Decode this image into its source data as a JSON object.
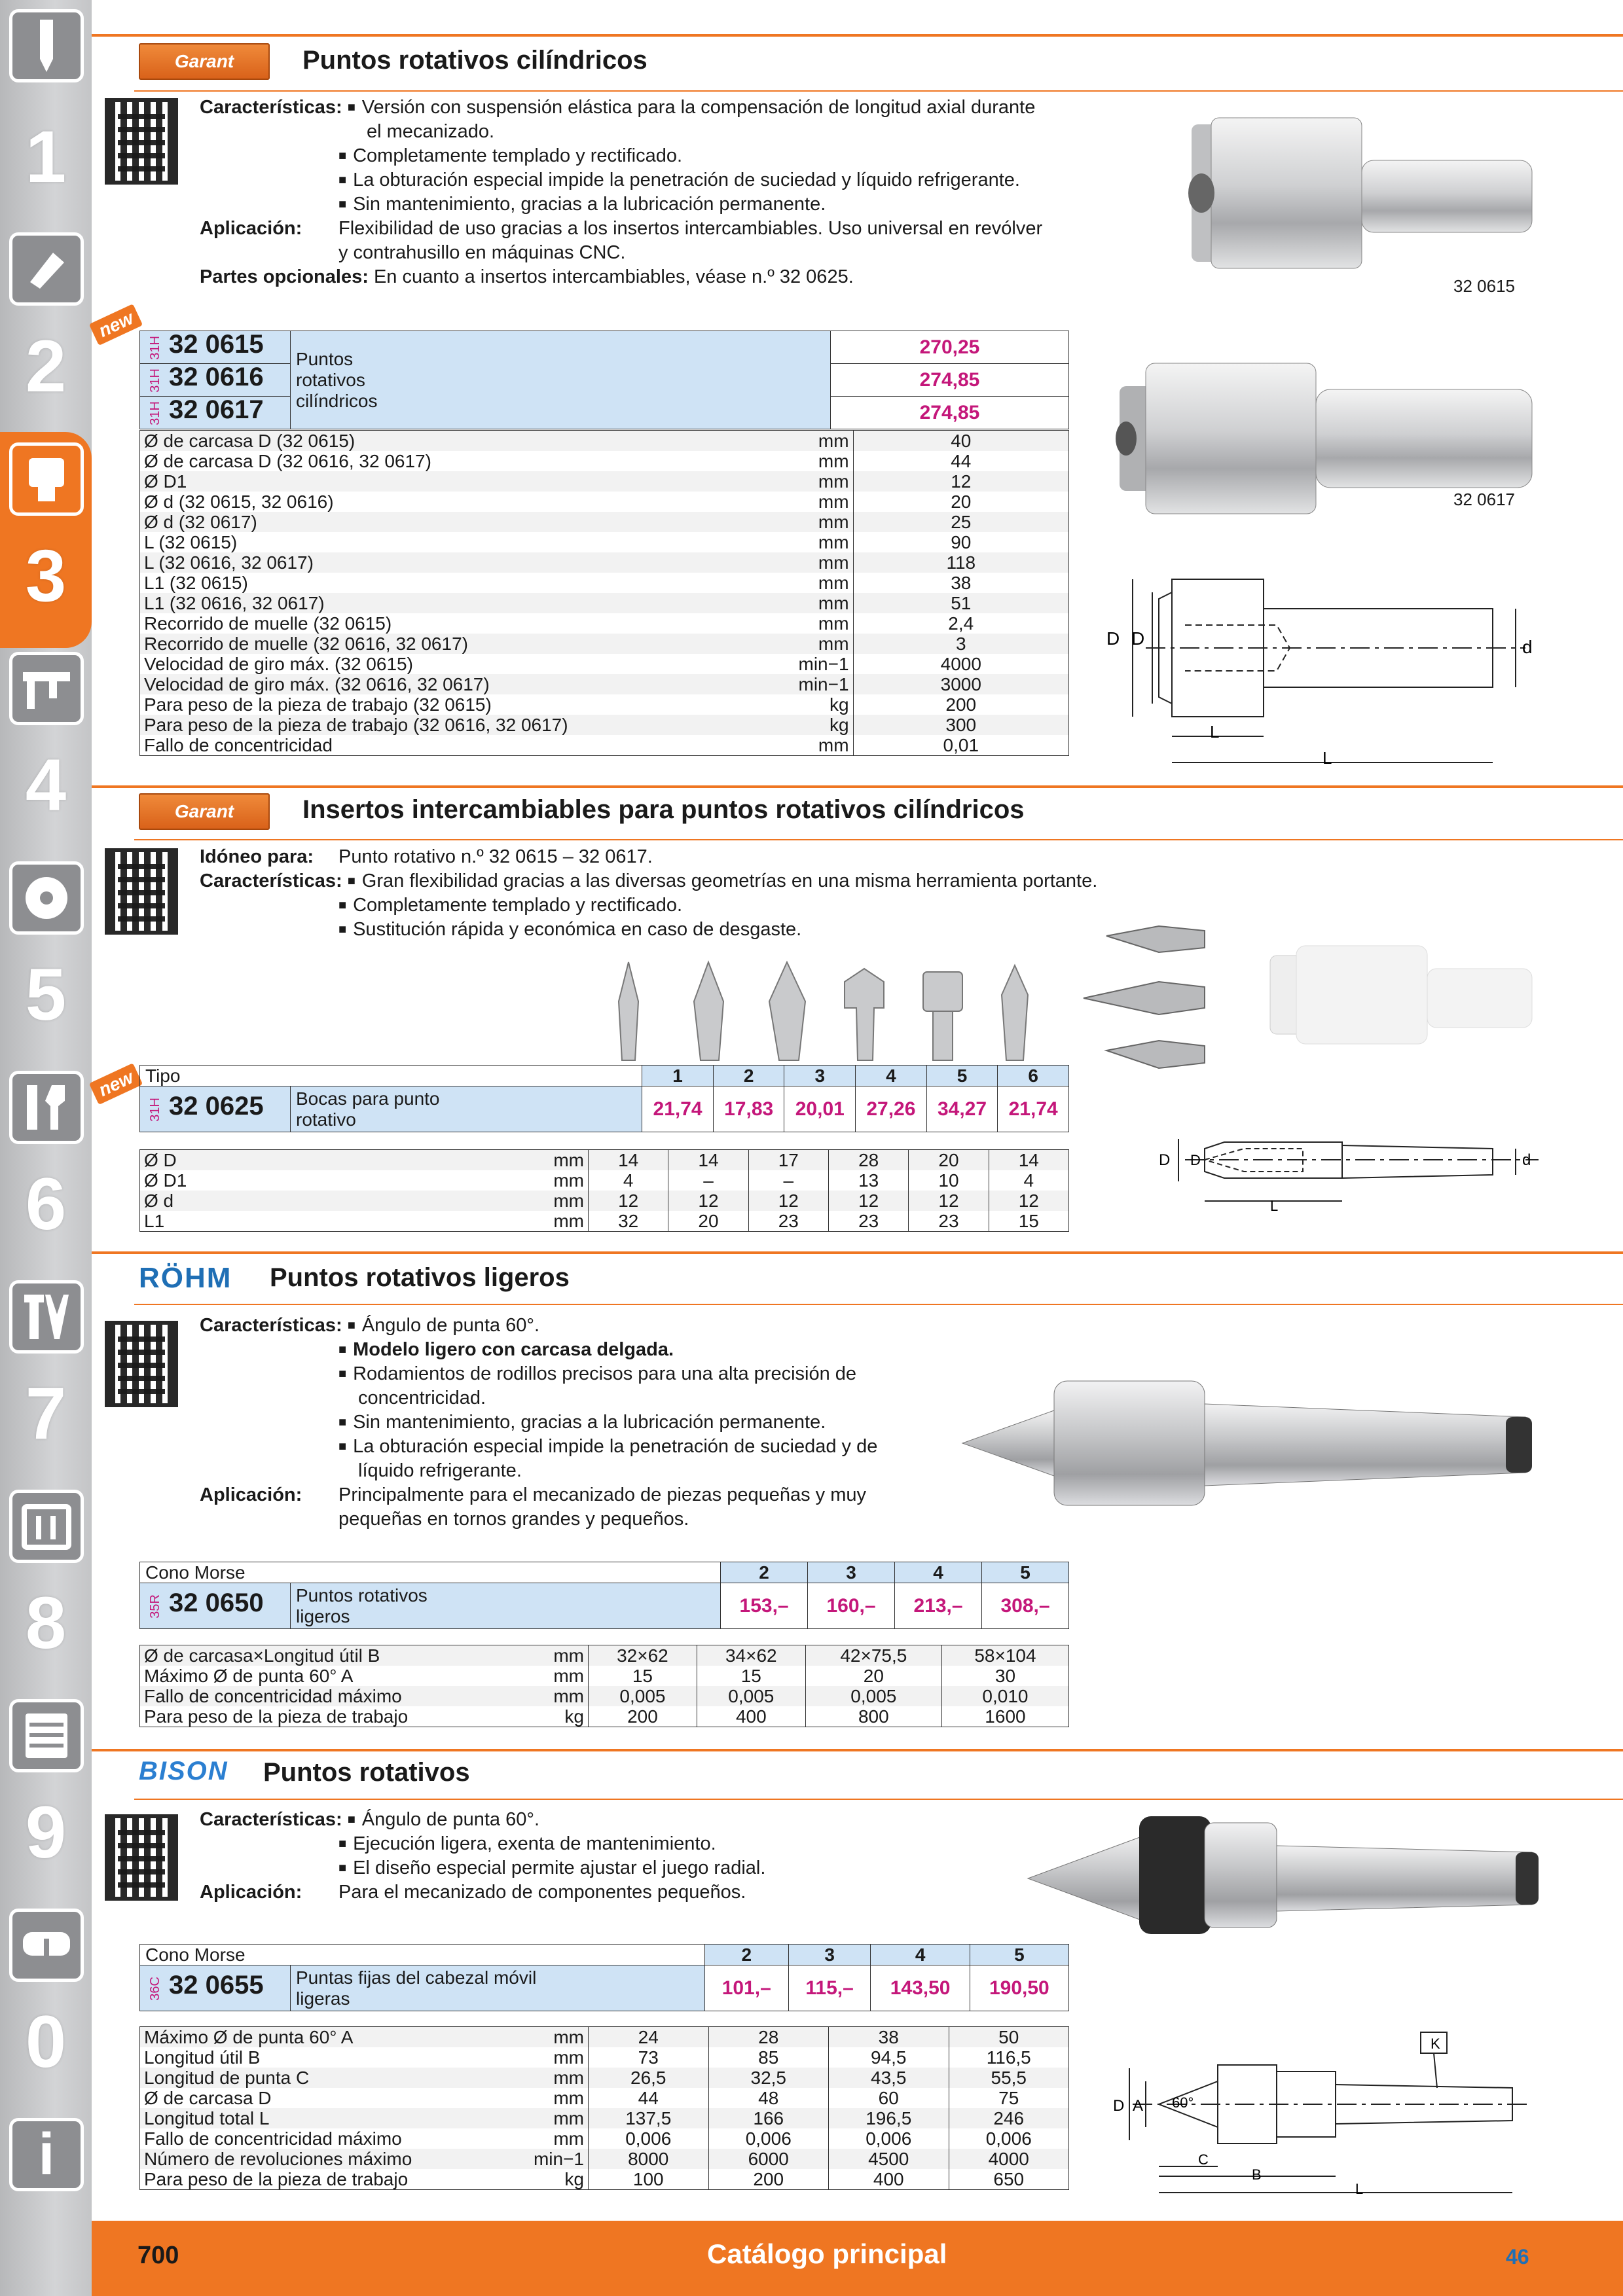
{
  "sidebar": {
    "numbers": [
      "1",
      "2",
      "3",
      "4",
      "5",
      "6",
      "7",
      "8",
      "9",
      "0",
      "i"
    ],
    "active": "3"
  },
  "s1": {
    "brand": "Garant",
    "title": "Puntos rotativos cilíndricos",
    "features_label": "Características:",
    "features": [
      "Versión con suspensión elástica para la compensación de longitud axial durante",
      "el mecanizado.",
      "Completamente templado y rectificado.",
      "La obturación especial impide la penetración de suciedad y líquido refrigerante.",
      "Sin mantenimiento, gracias a la lubricación permanente."
    ],
    "app_label": "Aplicación:",
    "app_lines": [
      "Flexibilidad de uso gracias a los insertos intercambiables. Uso universal en revólver",
      "y contrahusillo en máquinas CNC."
    ],
    "opt_label": "Partes opcionales:",
    "opt_text": "En cuanto a insertos intercambiables, véase n.º 32 0625.",
    "new_badge": "new",
    "articles": [
      {
        "code": "31H",
        "num": "32 0615",
        "price": "270,25"
      },
      {
        "code": "31H",
        "num": "32 0616",
        "price": "274,85"
      },
      {
        "code": "31H",
        "num": "32 0617",
        "price": "274,85"
      }
    ],
    "desc": [
      "Puntos",
      "rotativos",
      "cilíndricos"
    ],
    "rows": [
      [
        "Ø de carcasa D (32 0615)",
        "mm",
        "40"
      ],
      [
        "Ø de carcasa D (32 0616, 32 0617)",
        "mm",
        "44"
      ],
      [
        "Ø D1",
        "mm",
        "12"
      ],
      [
        "Ø d (32 0615, 32 0616)",
        "mm",
        "20"
      ],
      [
        "Ø d (32 0617)",
        "mm",
        "25"
      ],
      [
        "L (32 0615)",
        "mm",
        "90"
      ],
      [
        "L (32 0616, 32 0617)",
        "mm",
        "118"
      ],
      [
        "L1 (32 0615)",
        "mm",
        "38"
      ],
      [
        "L1 (32 0616, 32 0617)",
        "mm",
        "51"
      ],
      [
        "Recorrido de muelle (32 0615)",
        "mm",
        "2,4"
      ],
      [
        "Recorrido de muelle (32 0616, 32 0617)",
        "mm",
        "3"
      ],
      [
        "Velocidad de giro máx. (32 0615)",
        "min−1",
        "4000"
      ],
      [
        "Velocidad de giro máx. (32 0616, 32 0617)",
        "min−1",
        "3000"
      ],
      [
        "Para peso de la pieza de trabajo (32 0615)",
        "kg",
        "200"
      ],
      [
        "Para peso de la pieza de trabajo (32 0616, 32 0617)",
        "kg",
        "300"
      ],
      [
        "Fallo de concentricidad",
        "mm",
        "0,01"
      ]
    ],
    "img_caption_1": "32 0615",
    "img_caption_2": "32 0617"
  },
  "s2": {
    "brand": "Garant",
    "title": "Insertos intercambiables para puntos rotativos cilíndricos",
    "suit_label": "Idóneo para:",
    "suit_text": "Punto rotativo n.º 32 0615 – 32 0617.",
    "features_label": "Características:",
    "features": [
      "Gran flexibilidad gracias a las diversas geometrías en una misma herramienta portante.",
      "Completamente templado y rectificado.",
      "Sustitución rápida y económica en caso de desgaste."
    ],
    "new_badge": "new",
    "type_label": "Tipo",
    "types": [
      "1",
      "2",
      "3",
      "4",
      "5",
      "6"
    ],
    "code": "31H",
    "article": "32 0625",
    "desc": [
      "Bocas para punto",
      "rotativo"
    ],
    "prices": [
      "21,74",
      "17,83",
      "20,01",
      "27,26",
      "34,27",
      "21,74"
    ],
    "rows": [
      {
        "label": "Ø D",
        "unit": "mm",
        "vals": [
          "14",
          "14",
          "17",
          "28",
          "20",
          "14"
        ]
      },
      {
        "label": "Ø D1",
        "unit": "mm",
        "vals": [
          "4",
          "–",
          "–",
          "13",
          "10",
          "4"
        ]
      },
      {
        "label": "Ø d",
        "unit": "mm",
        "vals": [
          "12",
          "12",
          "12",
          "12",
          "12",
          "12"
        ]
      },
      {
        "label": "L1",
        "unit": "mm",
        "vals": [
          "32",
          "20",
          "23",
          "23",
          "23",
          "15"
        ]
      }
    ]
  },
  "s3": {
    "brand": "RÖHM",
    "title": "Puntos rotativos ligeros",
    "features_label": "Características:",
    "features": [
      "Ángulo de punta 60°.",
      "Modelo ligero con carcasa delgada.",
      "Rodamientos de rodillos precisos para una alta precisión de",
      "concentricidad.",
      "Sin mantenimiento, gracias a la lubricación permanente.",
      "La obturación especial impide la penetración de suciedad y de",
      "líquido refrigerante."
    ],
    "app_label": "Aplicación:",
    "app_lines": [
      "Principalmente para el mecanizado de piezas pequeñas y muy",
      "pequeñas en tornos grandes y pequeños."
    ],
    "mk_label": "Cono Morse",
    "mk": [
      "2",
      "3",
      "4",
      "5"
    ],
    "code": "35R",
    "article": "32 0650",
    "desc": [
      "Puntos rotativos",
      "ligeros"
    ],
    "prices": [
      "153,–",
      "160,–",
      "213,–",
      "308,–"
    ],
    "rows": [
      {
        "label": "Ø de carcasa×Longitud útil B",
        "unit": "mm",
        "vals": [
          "32×62",
          "34×62",
          "42×75,5",
          "58×104"
        ]
      },
      {
        "label": "Máximo Ø de punta 60° A",
        "unit": "mm",
        "vals": [
          "15",
          "15",
          "20",
          "30"
        ]
      },
      {
        "label": "Fallo de concentricidad máximo",
        "unit": "mm",
        "vals": [
          "0,005",
          "0,005",
          "0,005",
          "0,010"
        ]
      },
      {
        "label": "Para peso de la pieza de trabajo",
        "unit": "kg",
        "vals": [
          "200",
          "400",
          "800",
          "1600"
        ]
      }
    ]
  },
  "s4": {
    "brand": "BISON",
    "title": "Puntos rotativos",
    "features_label": "Características:",
    "features": [
      "Ángulo de punta 60°.",
      "Ejecución ligera, exenta de mantenimiento.",
      "El diseño especial permite ajustar el juego radial."
    ],
    "app_label": "Aplicación:",
    "app_text": "Para el mecanizado de componentes pequeños.",
    "mk_label": "Cono Morse",
    "mk": [
      "2",
      "3",
      "4",
      "5"
    ],
    "code": "36C",
    "article": "32 0655",
    "desc": [
      "Puntas fijas del cabezal móvil",
      "ligeras"
    ],
    "prices": [
      "101,–",
      "115,–",
      "143,50",
      "190,50"
    ],
    "rows": [
      {
        "label": "Máximo Ø de punta 60° A",
        "unit": "mm",
        "vals": [
          "24",
          "28",
          "38",
          "50"
        ]
      },
      {
        "label": "Longitud útil B",
        "unit": "mm",
        "vals": [
          "73",
          "85",
          "94,5",
          "116,5"
        ]
      },
      {
        "label": "Longitud de punta C",
        "unit": "mm",
        "vals": [
          "26,5",
          "32,5",
          "43,5",
          "55,5"
        ]
      },
      {
        "label": "Ø de carcasa D",
        "unit": "mm",
        "vals": [
          "44",
          "48",
          "60",
          "75"
        ]
      },
      {
        "label": "Longitud total L",
        "unit": "mm",
        "vals": [
          "137,5",
          "166",
          "196,5",
          "246"
        ]
      },
      {
        "label": "Fallo de concentricidad máximo",
        "unit": "mm",
        "vals": [
          "0,006",
          "0,006",
          "0,006",
          "0,006"
        ]
      },
      {
        "label": "Número de revoluciones máximo",
        "unit": "min−1",
        "vals": [
          "8000",
          "6000",
          "4500",
          "4000"
        ]
      },
      {
        "label": "Para peso de la pieza de trabajo",
        "unit": "kg",
        "vals": [
          "100",
          "200",
          "400",
          "650"
        ]
      }
    ]
  },
  "footer": {
    "page": "700",
    "title": "Catálogo principal",
    "right": "46"
  },
  "colors": {
    "accent": "#ef7622",
    "price": "#c4177a",
    "header_blue": "#cfe3f5",
    "brand_blue": "#1f6fb5"
  }
}
